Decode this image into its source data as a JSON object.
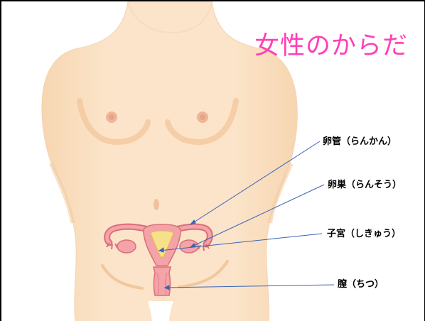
{
  "title": "女性のからだ",
  "labels": {
    "fallopian_tube": "卵管（らんかん）",
    "ovary": "卵巣（らんそう）",
    "uterus": "子宮（しきゅう）",
    "vagina": "膣（ちつ）"
  },
  "colors": {
    "skin": "#fbe3c7",
    "skin_shade": "#f5cfa5",
    "organ_pink": "#f4a3a8",
    "organ_outline": "#d96f78",
    "uterus_inner": "#f7e08a",
    "leader_line": "#3a63b8",
    "title": "#ff3fb8"
  }
}
